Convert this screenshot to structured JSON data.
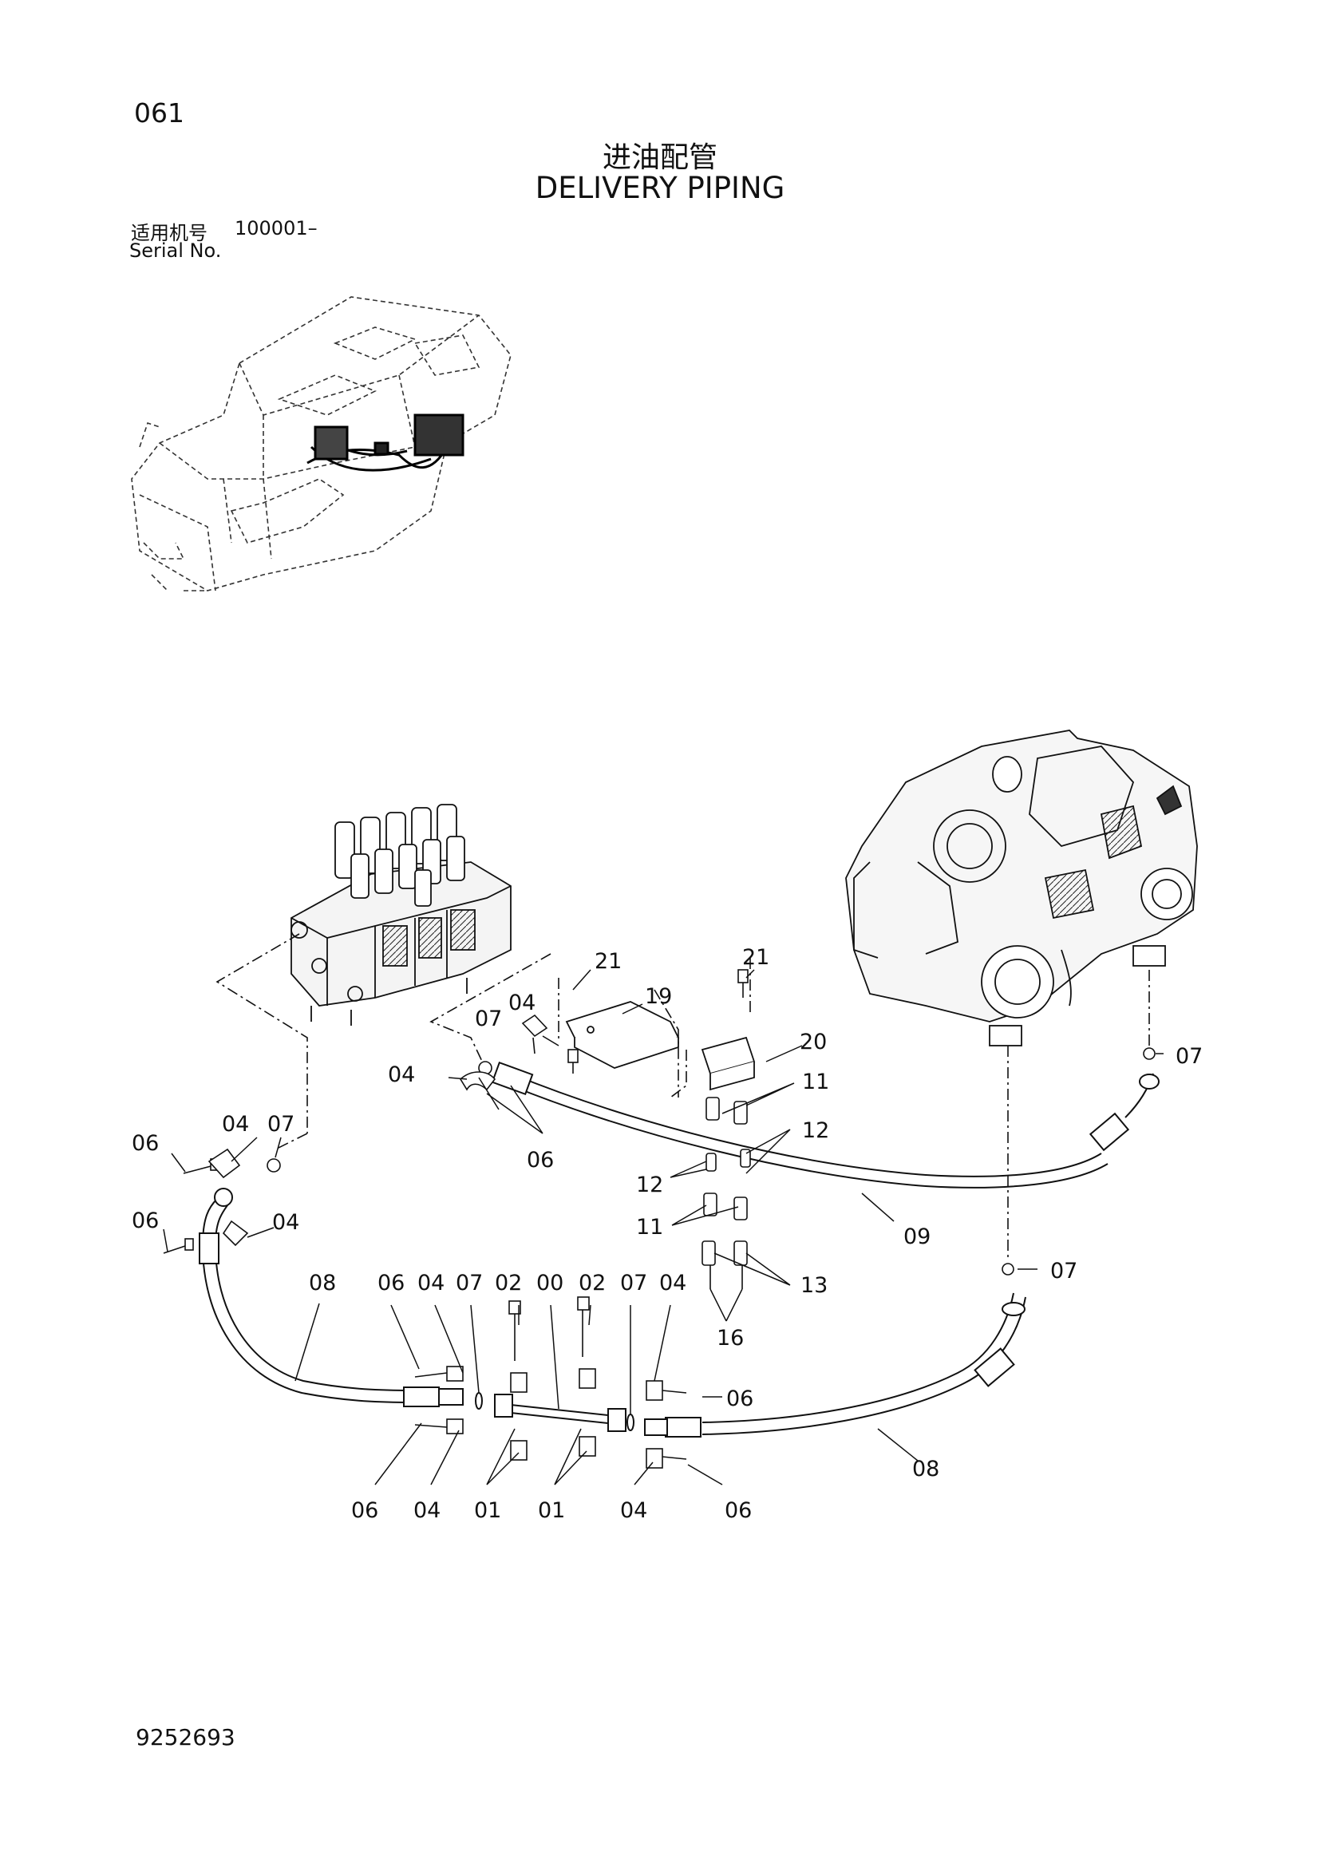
{
  "page": {
    "page_number": "061",
    "title_zh": "进油配管",
    "title_en": "DELIVERY PIPING",
    "serial_label_zh": "适用机号",
    "serial_range": "100001–",
    "serial_label_en": "Serial No.",
    "document_number": "9252693"
  },
  "diagram": {
    "components": [
      "overview-machine",
      "control-valve",
      "main-pump"
    ],
    "callouts": [
      {
        "id": "c-21a",
        "text": "21"
      },
      {
        "id": "c-19",
        "text": "19"
      },
      {
        "id": "c-21b",
        "text": "21"
      },
      {
        "id": "c-20",
        "text": "20"
      },
      {
        "id": "c-11a",
        "text": "11"
      },
      {
        "id": "c-12a",
        "text": "12"
      },
      {
        "id": "c-12b",
        "text": "12"
      },
      {
        "id": "c-11b",
        "text": "11"
      },
      {
        "id": "c-13",
        "text": "13"
      },
      {
        "id": "c-16",
        "text": "16"
      },
      {
        "id": "c-04a",
        "text": "04"
      },
      {
        "id": "c-07a",
        "text": "07"
      },
      {
        "id": "c-04b",
        "text": "04"
      },
      {
        "id": "c-06a",
        "text": "06"
      },
      {
        "id": "c-06b",
        "text": "06"
      },
      {
        "id": "c-04c",
        "text": "04"
      },
      {
        "id": "c-07b",
        "text": "07"
      },
      {
        "id": "c-06c",
        "text": "06"
      },
      {
        "id": "c-04d",
        "text": "04"
      },
      {
        "id": "c-09",
        "text": "09"
      },
      {
        "id": "c-07c",
        "text": "07"
      },
      {
        "id": "c-07d",
        "text": "07"
      },
      {
        "id": "c-08a",
        "text": "08"
      },
      {
        "id": "c-06d",
        "text": "06"
      },
      {
        "id": "c-04e",
        "text": "04"
      },
      {
        "id": "c-07e",
        "text": "07"
      },
      {
        "id": "c-02a",
        "text": "02"
      },
      {
        "id": "c-00",
        "text": "00"
      },
      {
        "id": "c-02b",
        "text": "02"
      },
      {
        "id": "c-07f",
        "text": "07"
      },
      {
        "id": "c-04f",
        "text": "04"
      },
      {
        "id": "c-06e",
        "text": "06"
      },
      {
        "id": "c-08b",
        "text": "08"
      },
      {
        "id": "c-06f",
        "text": "06"
      },
      {
        "id": "c-04g",
        "text": "04"
      },
      {
        "id": "c-01a",
        "text": "01"
      },
      {
        "id": "c-01b",
        "text": "01"
      },
      {
        "id": "c-04h",
        "text": "04"
      },
      {
        "id": "c-06g",
        "text": "06"
      }
    ]
  }
}
